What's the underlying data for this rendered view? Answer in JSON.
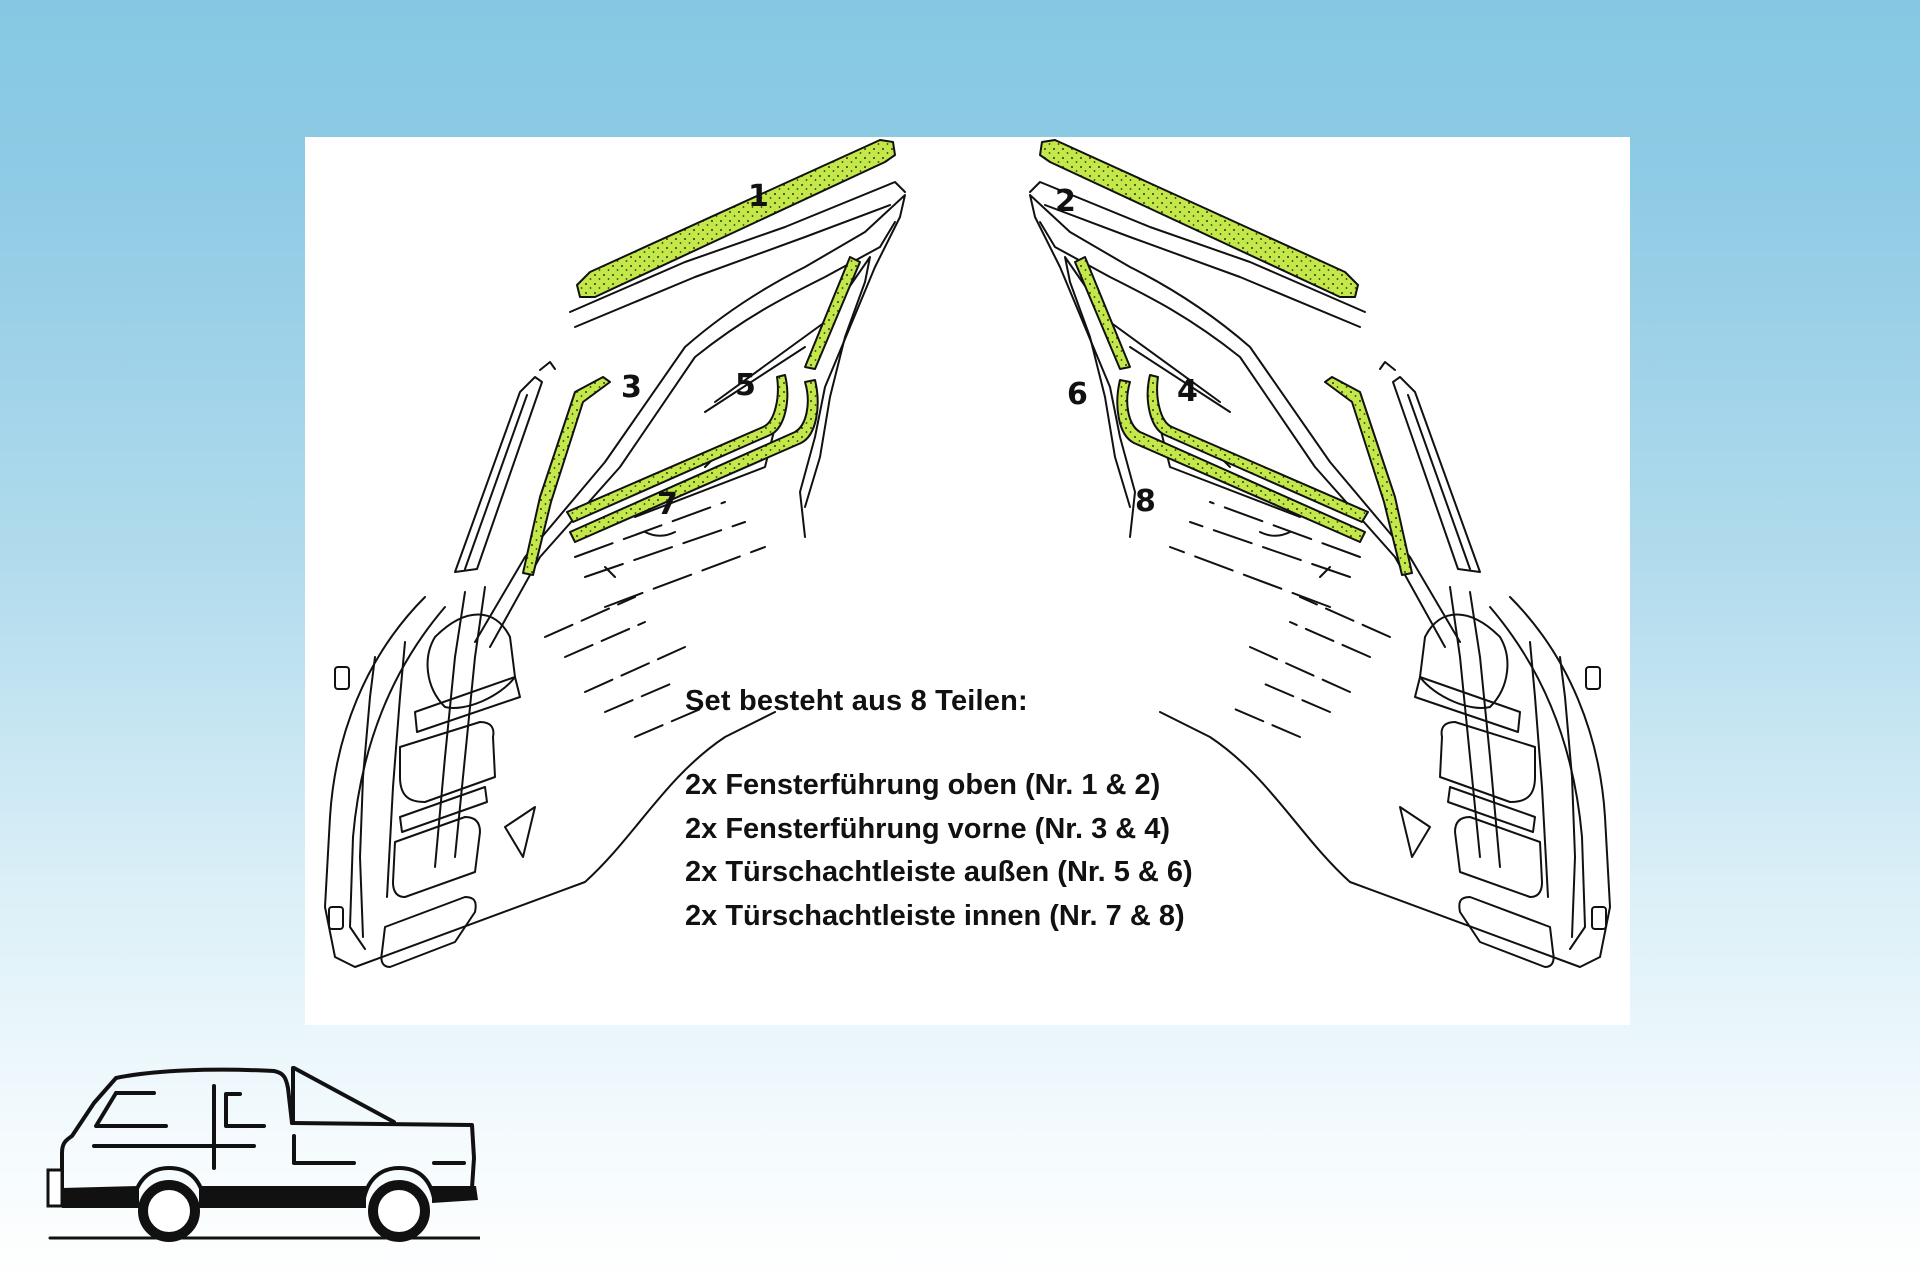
{
  "diagram": {
    "part_labels": [
      {
        "id": "1",
        "text": "1"
      },
      {
        "id": "2",
        "text": "2"
      },
      {
        "id": "3",
        "text": "3"
      },
      {
        "id": "4",
        "text": "4"
      },
      {
        "id": "5",
        "text": "5"
      },
      {
        "id": "6",
        "text": "6"
      },
      {
        "id": "7",
        "text": "7"
      },
      {
        "id": "8",
        "text": "8"
      }
    ],
    "highlight_color": "#c4e84a",
    "line_color": "#111111"
  },
  "set_info": {
    "title": "Set besteht aus 8 Teilen:",
    "items": [
      "2x Fensterführung oben (Nr. 1 & 2)",
      "2x Fensterführung vorne (Nr. 3 & 4)",
      "2x Türschachtleiste außen (Nr. 5 & 6)",
      "2x Türschachtleiste innen (Nr. 7 & 8)"
    ]
  },
  "vehicle_icon": {
    "name": "pickup-truck-icon"
  },
  "background": {
    "top": "#86c8e3",
    "bottom": "#ffffff",
    "panel": "#ffffff"
  }
}
